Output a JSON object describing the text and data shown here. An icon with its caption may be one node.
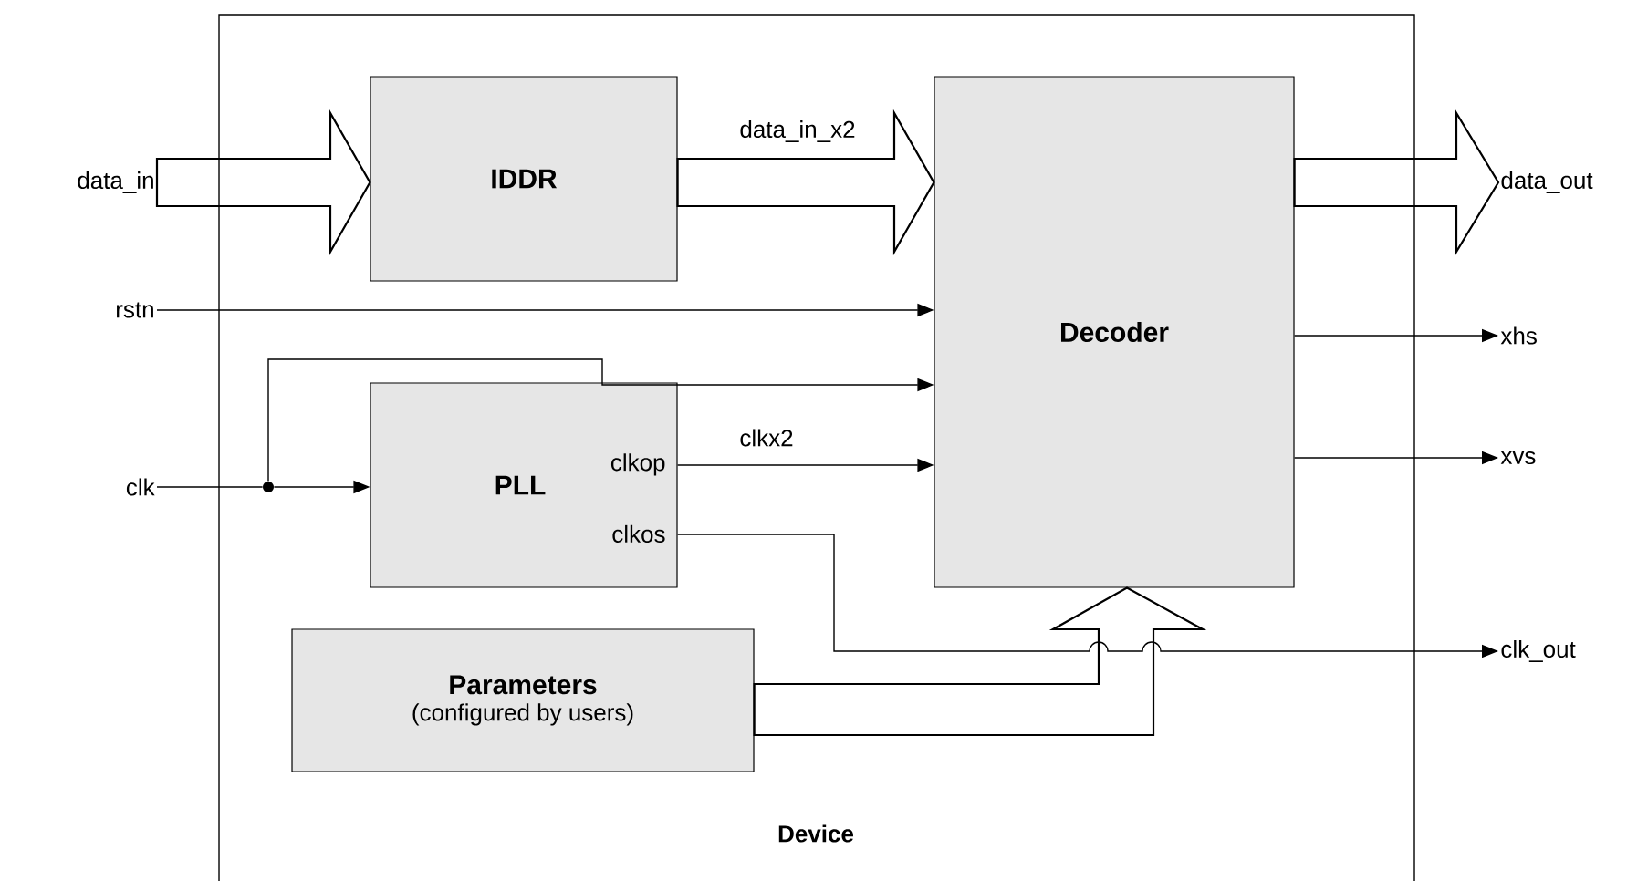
{
  "diagram": {
    "nodes": [
      {
        "text": [
          "Device"
        ]
      },
      {
        "text": [
          "data_in"
        ]
      },
      {
        "text": [
          "IDDR"
        ],
        "in": 0
      },
      {
        "text": [
          "Decoder"
        ],
        "in": 0
      },
      {
        "text": [
          "data_out"
        ]
      },
      {
        "text": [
          "rstn"
        ]
      },
      {
        "text": [
          "clk"
        ]
      },
      {
        "text": [
          "PLL",
          "clkop",
          "clkos"
        ],
        "in": 0
      },
      {
        "text": [
          "xhs"
        ]
      },
      {
        "text": [
          "xvs"
        ]
      },
      {
        "text": [
          "clk_out"
        ]
      },
      {
        "text": [
          "Parameters",
          "(configured by users)"
        ],
        "in": 0
      },
      {
        "text": [],
        "shape": "circle",
        "in": 0
      }
    ],
    "edges": [
      {
        "from": 1,
        "to": 2,
        "arrow": "to",
        "style": "thick"
      },
      {
        "from": 2,
        "to": 3,
        "arrow": "to",
        "style": "thick",
        "label": "data_in_x2"
      },
      {
        "from": 3,
        "to": 4,
        "arrow": "to",
        "style": "thick"
      },
      {
        "from": 5,
        "to": 3,
        "arrow": "to"
      },
      {
        "from": 6,
        "to": 12,
        "arrow": "none"
      },
      {
        "from": 12,
        "to": 7,
        "arrow": "to"
      },
      {
        "from": 12,
        "to": 3,
        "arrow": "to"
      },
      {
        "from": 7,
        "to": 3,
        "arrow": "to",
        "label": "clkx2"
      },
      {
        "from": 3,
        "to": 8,
        "arrow": "to"
      },
      {
        "from": 3,
        "to": 9,
        "arrow": "to"
      },
      {
        "from": 7,
        "to": 10,
        "arrow": "to"
      },
      {
        "from": 11,
        "to": 3,
        "arrow": "to",
        "style": "thick"
      }
    ]
  }
}
